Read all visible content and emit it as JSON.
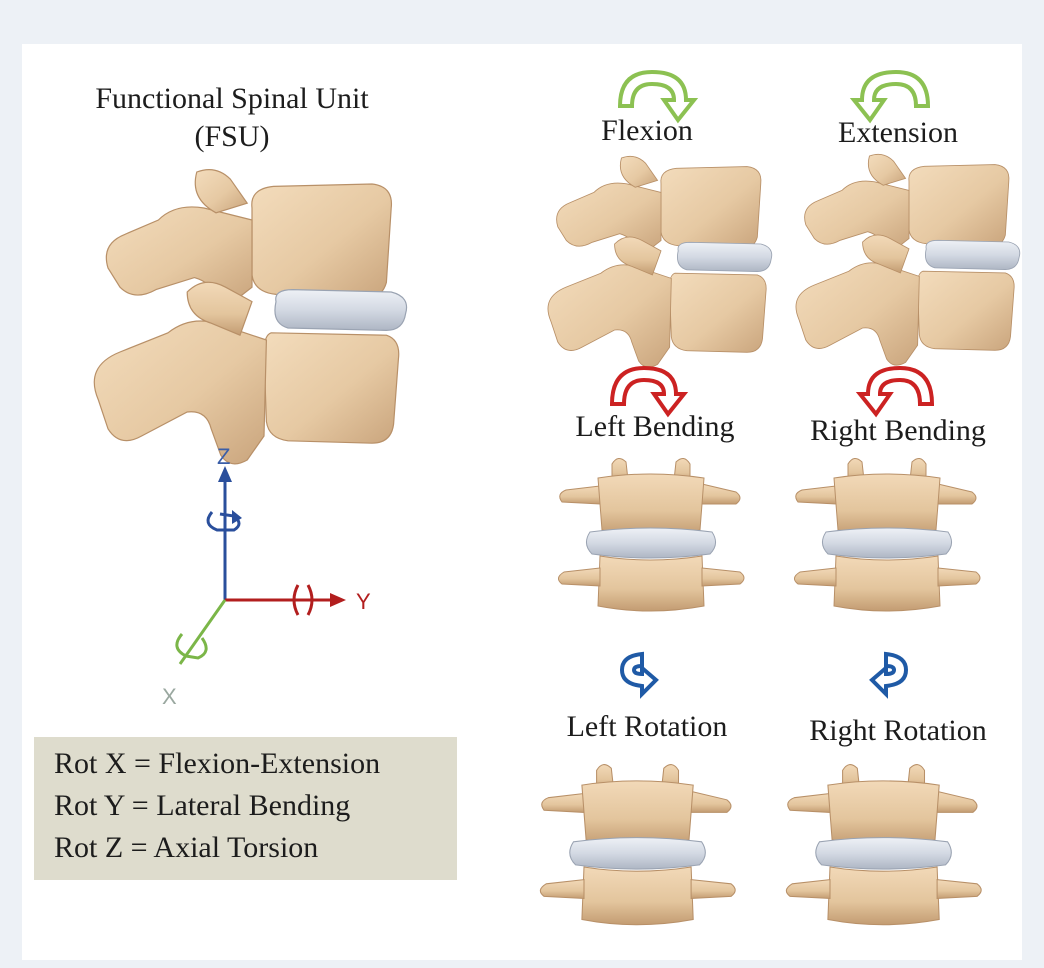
{
  "title": {
    "line1": "Functional Spinal Unit",
    "line2": "(FSU)"
  },
  "axes": {
    "z_label": "Z",
    "y_label": "Y",
    "x_label": "X"
  },
  "legend": {
    "rot_x": "Rot X = Flexion-Extension",
    "rot_y": "Rot Y = Lateral Bending",
    "rot_z": "Rot Z = Axial Torsion"
  },
  "motions": {
    "flexion": "Flexion",
    "extension": "Extension",
    "left_bending": "Left Bending",
    "right_bending": "Right Bending",
    "left_rotation": "Left Rotation",
    "right_rotation": "Right Rotation"
  },
  "colors": {
    "bone": "#e6c9a3",
    "bone_shadow": "#c9a47c",
    "disc": "#d7dde6",
    "green_arrow": "#8cc152",
    "red_arrow": "#cc2222",
    "blue_arrow": "#1f5aa6",
    "legend_bg": "#dedccd"
  }
}
